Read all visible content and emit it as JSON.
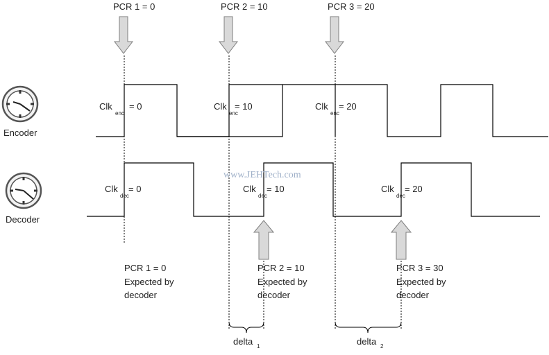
{
  "top_labels": {
    "pcr1": "PCR 1 = 0",
    "pcr2": "PCR 2 = 10",
    "pcr3": "PCR 3 = 20"
  },
  "encoder": {
    "name": "Encoder",
    "clk_prefix": "Clk",
    "clk_sub": "enc",
    "clk_values": [
      "= 0",
      "= 10",
      "= 20"
    ]
  },
  "decoder": {
    "name": "Decoder",
    "clk_prefix": "Clk",
    "clk_sub": "dec",
    "clk_values": [
      "= 0",
      "= 10",
      "= 20"
    ]
  },
  "watermark": "www.JEHTech.com",
  "expected": {
    "pcr1": [
      "PCR 1 = 0",
      "Expected by",
      "decoder"
    ],
    "pcr2": [
      "PCR 2 = 10",
      "Expected by",
      "decoder"
    ],
    "pcr3": [
      "PCR 3 = 30",
      "Expected by",
      "decoder"
    ]
  },
  "deltas": {
    "delta1": {
      "base": "delta",
      "sub": "1"
    },
    "delta2": {
      "base": "delta",
      "sub": "2"
    }
  },
  "colors": {
    "arrow_fill": "#d9d9d9",
    "arrow_stroke": "#7f7f7f",
    "line": "#000000",
    "watermark": "#9fb0c8"
  }
}
